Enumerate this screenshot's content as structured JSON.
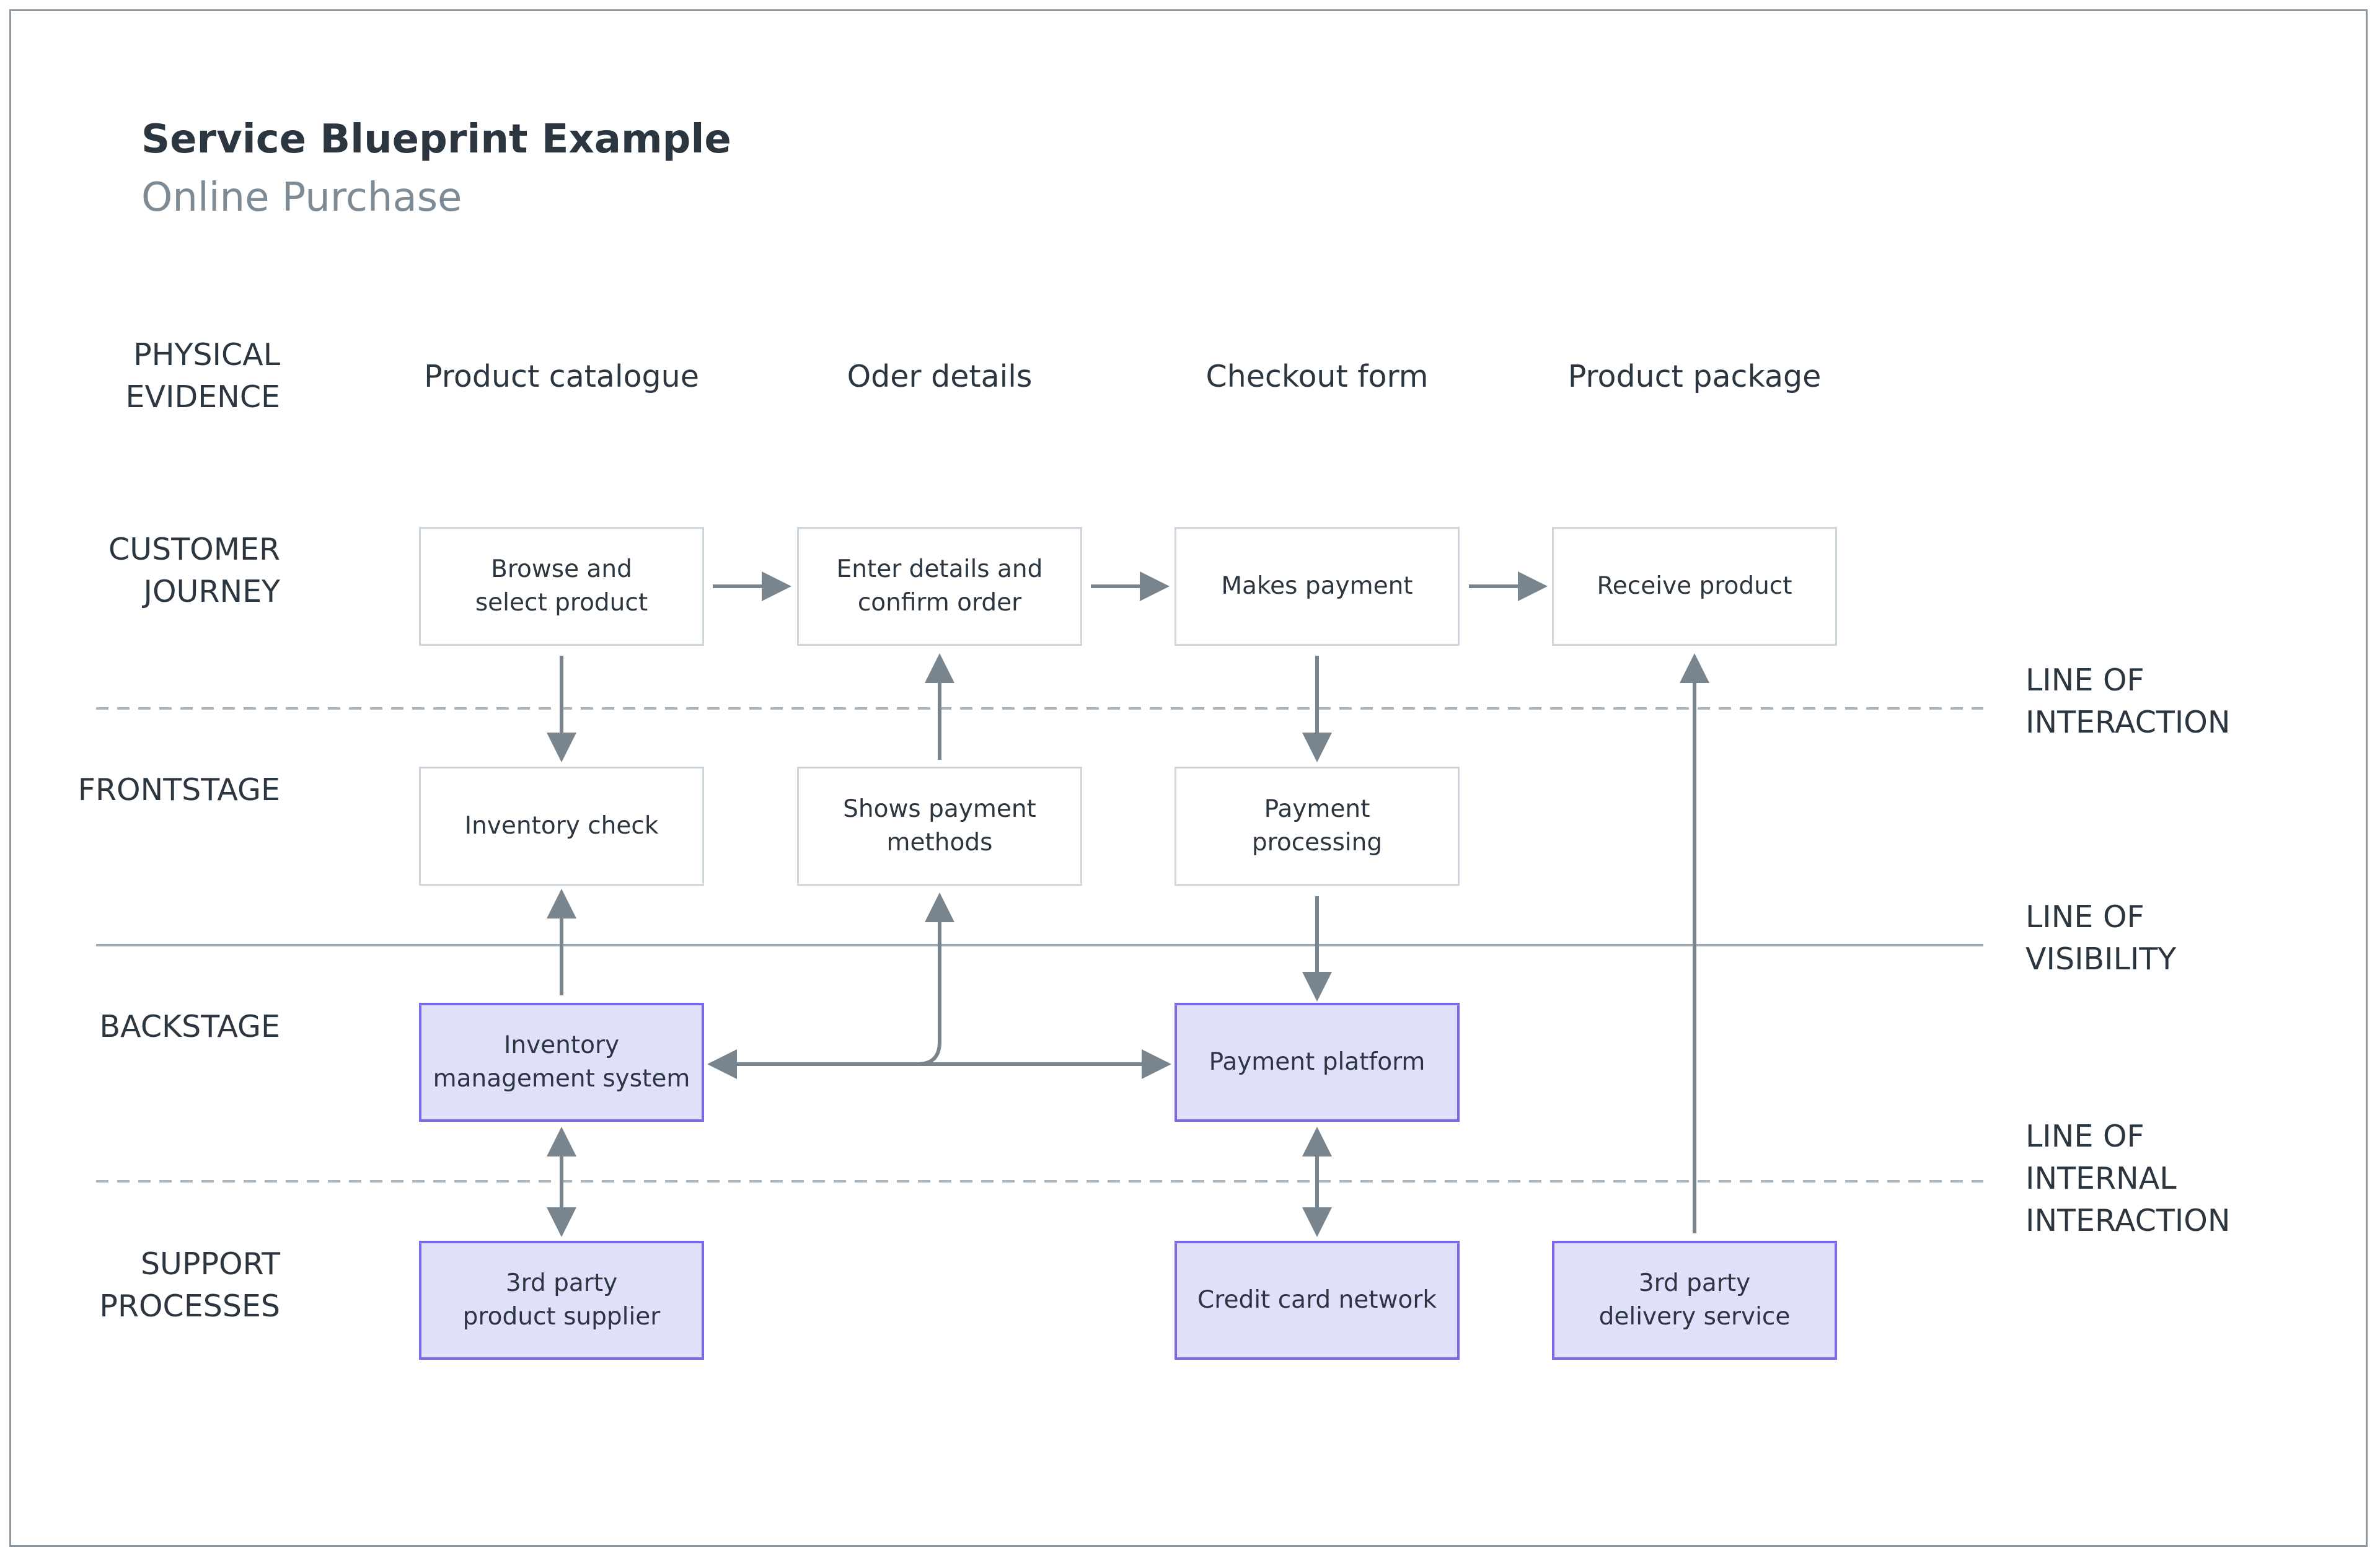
{
  "header": {
    "title": "Service Blueprint Example",
    "subtitle": "Online Purchase"
  },
  "lanes": {
    "physical_evidence": "PHYSICAL\nEVIDENCE",
    "customer_journey": "CUSTOMER\nJOURNEY",
    "frontstage": "FRONTSTAGE",
    "backstage": "BACKSTAGE",
    "support_processes": "SUPPORT\nPROCESSES"
  },
  "lines": {
    "interaction": "LINE OF\nINTERACTION",
    "visibility": "LINE OF\nVISIBILITY",
    "internal_interaction": "LINE OF\nINTERNAL\nINTERACTION"
  },
  "evidence": {
    "col1": "Product catalogue",
    "col2": "Oder details",
    "col3": "Checkout form",
    "col4": "Product package"
  },
  "journey": {
    "browse": "Browse and\nselect product",
    "enter_details": "Enter details and\nconfirm order",
    "payment": "Makes payment",
    "receive": "Receive product"
  },
  "frontstage": {
    "inventory_check": "Inventory check",
    "payment_methods": "Shows payment\nmethods",
    "payment_processing": "Payment\nprocessing"
  },
  "backstage": {
    "inventory_system": "Inventory\nmanagement system",
    "payment_platform": "Payment platform"
  },
  "support": {
    "product_supplier": "3rd party\nproduct supplier",
    "credit_card": "Credit card network",
    "delivery": "3rd party\ndelivery service"
  },
  "colors": {
    "text": "#2b3640",
    "subtitle": "#7d8b96",
    "connector": "#78848e",
    "front_border": "#cdd6dd",
    "back_fill": "#e1e0fb",
    "back_border": "#7a6ae6",
    "line_dashed": "#aab4bc",
    "line_solid": "#9aa6b0"
  }
}
